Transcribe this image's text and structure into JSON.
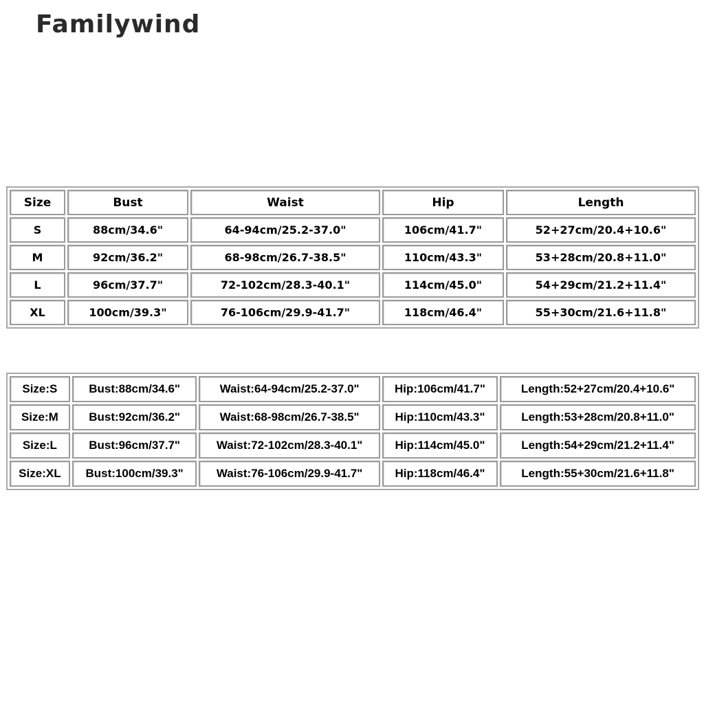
{
  "brand": {
    "name": "Familywind"
  },
  "size_chart": {
    "headers": [
      "Size",
      "Bust",
      "Waist",
      "Hip",
      "Length"
    ],
    "rows": [
      [
        "S",
        "88cm/34.6\"",
        "64-94cm/25.2-37.0\"",
        "106cm/41.7\"",
        "52+27cm/20.4+10.6\""
      ],
      [
        "M",
        "92cm/36.2\"",
        "68-98cm/26.7-38.5\"",
        "110cm/43.3\"",
        "53+28cm/20.8+11.0\""
      ],
      [
        "L",
        "96cm/37.7\"",
        "72-102cm/28.3-40.1\"",
        "114cm/45.0\"",
        "54+29cm/21.2+11.4\""
      ],
      [
        "XL",
        "100cm/39.3\"",
        "76-106cm/29.9-41.7\"",
        "118cm/46.4\"",
        "55+30cm/21.6+11.8\""
      ]
    ]
  },
  "size_chart_labeled": {
    "rows": [
      [
        "Size:S",
        "Bust:88cm/34.6\"",
        "Waist:64-94cm/25.2-37.0\"",
        "Hip:106cm/41.7\"",
        "Length:52+27cm/20.4+10.6\""
      ],
      [
        "Size:M",
        "Bust:92cm/36.2\"",
        "Waist:68-98cm/26.7-38.5\"",
        "Hip:110cm/43.3\"",
        "Length:53+28cm/20.8+11.0\""
      ],
      [
        "Size:L",
        "Bust:96cm/37.7\"",
        "Waist:72-102cm/28.3-40.1\"",
        "Hip:114cm/45.0\"",
        "Length:54+29cm/21.2+11.4\""
      ],
      [
        "Size:XL",
        "Bust:100cm/39.3\"",
        "Waist:76-106cm/29.9-41.7\"",
        "Hip:118cm/46.4\"",
        "Length:55+30cm/21.6+11.8\""
      ]
    ]
  }
}
